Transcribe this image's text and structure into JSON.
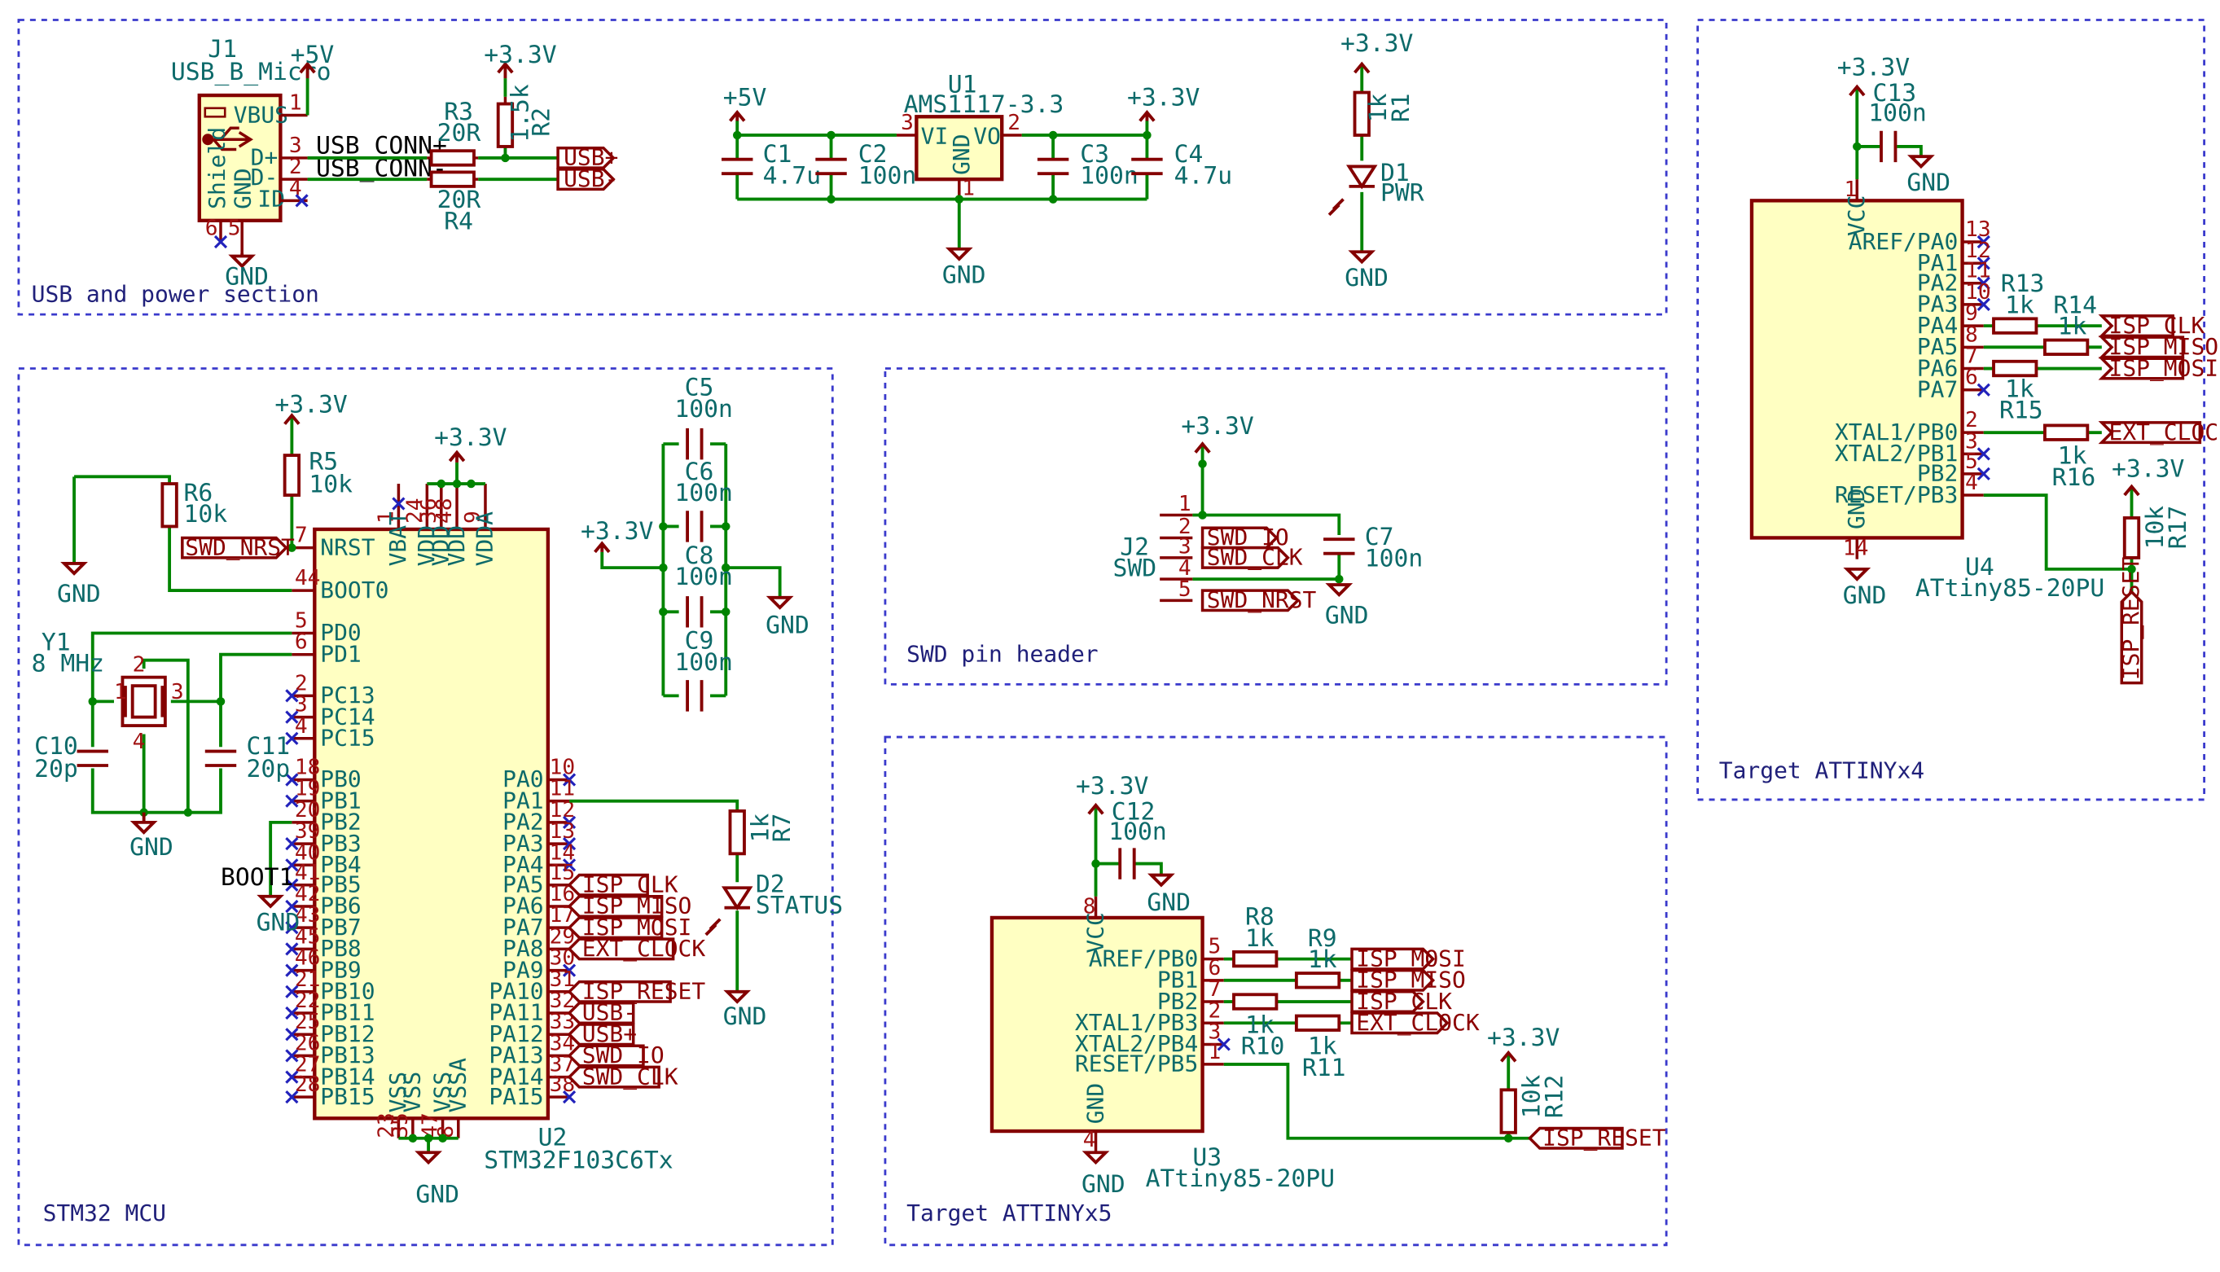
{
  "sections": {
    "usb": "USB and power section",
    "stm32": "STM32 MCU",
    "swd": "SWD pin header",
    "x5": "Target ATTINYx5",
    "x4": "Target ATTINYx4"
  },
  "power": {
    "p5v": "+5V",
    "p33": "+3.3V",
    "gnd": "GND"
  },
  "j1": {
    "ref": "J1",
    "value": "USB_B_Micro",
    "pins": [
      "VBUS",
      "D+",
      "D-",
      "ID",
      "Shield",
      "GND"
    ],
    "pinnums": [
      "1",
      "3",
      "2",
      "4",
      "6",
      "5"
    ]
  },
  "usbpower": {
    "r3": "R3",
    "r3v": "20R",
    "r4": "R4",
    "r4v": "20R",
    "r2": "R2",
    "r2v": "1.5k",
    "net_p": "USB_CONN+",
    "net_n": "USB_CONN-",
    "u1": "U1",
    "u1v": "AMS1117-3.3",
    "u1pins": [
      "VI",
      "GND",
      "VO"
    ],
    "u1nums": [
      "3",
      "1",
      "2"
    ],
    "c1": "C1",
    "c1v": "4.7u",
    "c2": "C2",
    "c2v": "100n",
    "c3": "C3",
    "c3v": "100n",
    "c4": "C4",
    "c4v": "4.7u",
    "r1": "R1",
    "r1v": "1k",
    "d1": "D1",
    "d1v": "PWR"
  },
  "u2": {
    "ref": "U2",
    "value": "STM32F103C6Tx",
    "left": [
      {
        "n": "7",
        "l": "NRST"
      },
      {
        "n": "44",
        "l": "BOOT0"
      },
      {
        "n": "5",
        "l": "PD0"
      },
      {
        "n": "6",
        "l": "PD1"
      },
      {
        "n": "2",
        "l": "PC13"
      },
      {
        "n": "3",
        "l": "PC14"
      },
      {
        "n": "4",
        "l": "PC15"
      },
      {
        "n": "18",
        "l": "PB0"
      },
      {
        "n": "19",
        "l": "PB1"
      },
      {
        "n": "20",
        "l": "PB2"
      },
      {
        "n": "39",
        "l": "PB3"
      },
      {
        "n": "40",
        "l": "PB4"
      },
      {
        "n": "41",
        "l": "PB5"
      },
      {
        "n": "42",
        "l": "PB6"
      },
      {
        "n": "43",
        "l": "PB7"
      },
      {
        "n": "45",
        "l": "PB8"
      },
      {
        "n": "46",
        "l": "PB9"
      },
      {
        "n": "21",
        "l": "PB10"
      },
      {
        "n": "22",
        "l": "PB11"
      },
      {
        "n": "25",
        "l": "PB12"
      },
      {
        "n": "26",
        "l": "PB13"
      },
      {
        "n": "27",
        "l": "PB14"
      },
      {
        "n": "28",
        "l": "PB15"
      }
    ],
    "right": [
      {
        "n": "10",
        "l": "PA0"
      },
      {
        "n": "11",
        "l": "PA1"
      },
      {
        "n": "12",
        "l": "PA2"
      },
      {
        "n": "13",
        "l": "PA3"
      },
      {
        "n": "14",
        "l": "PA4"
      },
      {
        "n": "15",
        "l": "PA5"
      },
      {
        "n": "16",
        "l": "PA6"
      },
      {
        "n": "17",
        "l": "PA7"
      },
      {
        "n": "29",
        "l": "PA8"
      },
      {
        "n": "30",
        "l": "PA9"
      },
      {
        "n": "31",
        "l": "PA10"
      },
      {
        "n": "32",
        "l": "PA11"
      },
      {
        "n": "33",
        "l": "PA12"
      },
      {
        "n": "34",
        "l": "PA13"
      },
      {
        "n": "37",
        "l": "PA14"
      },
      {
        "n": "38",
        "l": "PA15"
      }
    ],
    "top": [
      {
        "n": "1",
        "l": "VBAT"
      },
      {
        "n": "24",
        "l": "VDD"
      },
      {
        "n": "36",
        "l": "VDD"
      },
      {
        "n": "48",
        "l": "VDD"
      },
      {
        "n": "9",
        "l": "VDDA"
      }
    ],
    "bottom": [
      {
        "n": "23",
        "l": "VSS"
      },
      {
        "n": "35",
        "l": "VSS"
      },
      {
        "n": "47",
        "l": "VSS"
      },
      {
        "n": "8",
        "l": "VSSA"
      }
    ]
  },
  "stm": {
    "r5": "R5",
    "r5v": "10k",
    "r6": "R6",
    "r6v": "10k",
    "r7": "R7",
    "r7v": "1k",
    "d2": "D2",
    "d2v": "STATUS",
    "y1": "Y1",
    "y1v": "8 MHz",
    "c10": "C10",
    "c10v": "20p",
    "c11": "C11",
    "c11v": "20p",
    "c5": "C5",
    "c6": "C6",
    "c8": "C8",
    "c9": "C9",
    "cv": "100n",
    "boot1": "BOOT1"
  },
  "labels": {
    "swd_nrst": "SWD_NRST",
    "swd_io": "SWD_IO",
    "swd_clk": "SWD_CLK",
    "isp_clk": "ISP_CLK",
    "isp_miso": "ISP_MISO",
    "isp_mosi": "ISP_MOSI",
    "ext_clock": "EXT_CLOCK",
    "isp_reset": "ISP_RESET",
    "usb_p": "USB+",
    "usb_n": "USB-"
  },
  "j2": {
    "ref": "J2",
    "value": "SWD",
    "c7": "C7",
    "c7v": "100n"
  },
  "u3": {
    "ref": "U3",
    "value": "ATtiny85-20PU",
    "vcc": "VCC",
    "gnd": "GND",
    "pins": [
      {
        "n": "5",
        "l": "AREF/PB0"
      },
      {
        "n": "6",
        "l": "PB1"
      },
      {
        "n": "7",
        "l": "PB2"
      },
      {
        "n": "2",
        "l": "XTAL1/PB3"
      },
      {
        "n": "3",
        "l": "XTAL2/PB4"
      },
      {
        "n": "1",
        "l": "RESET/PB5"
      }
    ],
    "vccn": "8",
    "gndn": "4",
    "c12": "C12",
    "c12v": "100n",
    "r8": "R8",
    "r9": "R9",
    "r10": "R10",
    "r11": "R11",
    "rv": "1k",
    "r12": "R12",
    "r12v": "10k"
  },
  "u4": {
    "ref": "U4",
    "value": "ATtiny85-20PU",
    "vcc": "VCC",
    "gnd": "GND",
    "pins": [
      {
        "n": "13",
        "l": "AREF/PA0"
      },
      {
        "n": "12",
        "l": "PA1"
      },
      {
        "n": "11",
        "l": "PA2"
      },
      {
        "n": "10",
        "l": "PA3"
      },
      {
        "n": "9",
        "l": "PA4"
      },
      {
        "n": "8",
        "l": "PA5"
      },
      {
        "n": "7",
        "l": "PA6"
      },
      {
        "n": "6",
        "l": "PA7"
      },
      {
        "n": "2",
        "l": "XTAL1/PB0"
      },
      {
        "n": "3",
        "l": "XTAL2/PB1"
      },
      {
        "n": "5",
        "l": "PB2"
      },
      {
        "n": "4",
        "l": "RESET/PB3"
      }
    ],
    "vccn": "1",
    "gndn": "14",
    "c13": "C13",
    "c13v": "100n",
    "r13": "R13",
    "r14": "R14",
    "r15": "R15",
    "r16": "R16",
    "rv": "1k",
    "r17": "R17",
    "r17v": "10k"
  }
}
